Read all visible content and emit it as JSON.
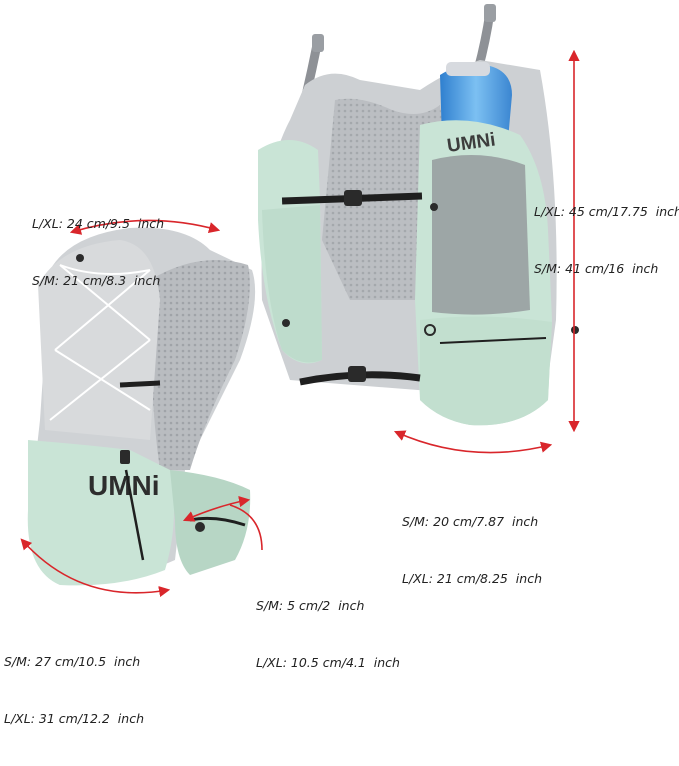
{
  "brand": {
    "logo_text": "UMNi",
    "colors": {
      "mint": "#c9e4d6",
      "mint_dark": "#aacdb9",
      "grey_mesh": "#c7c9cc",
      "grey_dark": "#9a9da1",
      "strap": "#1f1f1f",
      "arrow": "#d9262b",
      "bottle": "#4f9fe0"
    }
  },
  "measurements": {
    "top_width": {
      "line1": "L/XL: 24 cm/9.5  inch",
      "line2": "S/M: 21 cm/8.3  inch"
    },
    "height": {
      "line1": "L/XL: 45 cm/17.75  inch",
      "line2": "S/M: 41 cm/16  inch"
    },
    "bottom_width": {
      "line1": "S/M: 20 cm/7.87  inch",
      "line2": "L/XL: 21 cm/8.25  inch"
    },
    "pocket_depth": {
      "line1": "S/M: 5 cm/2  inch",
      "line2": "L/XL: 10.5 cm/4.1  inch"
    },
    "circumference": {
      "line1": "S/M: 27 cm/10.5  inch",
      "line2": "L/XL: 31 cm/12.2  inch"
    }
  }
}
